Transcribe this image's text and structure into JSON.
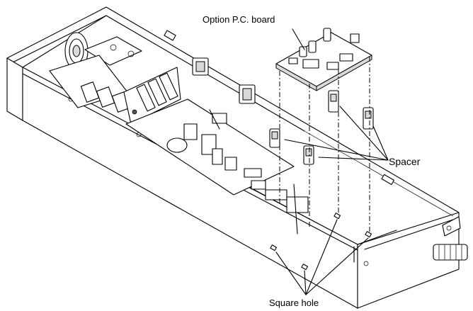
{
  "labels": {
    "option_board": "Option P.C. board",
    "spacer": "Spacer",
    "square_hole": "Square hole"
  },
  "colors": {
    "line": "#000000",
    "background": "#ffffff",
    "board": "#d9d9d9"
  }
}
